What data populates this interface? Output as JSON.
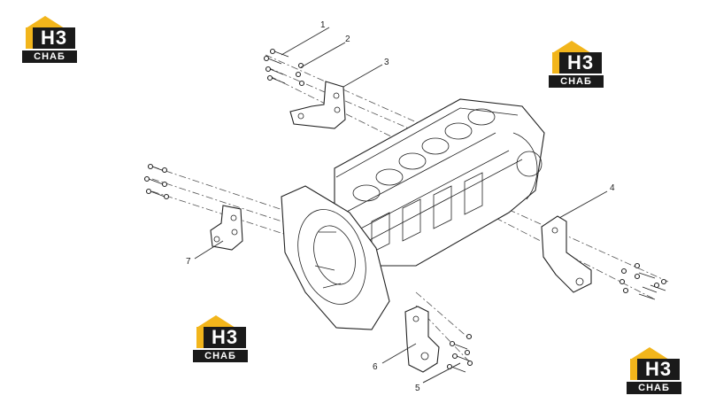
{
  "watermark": {
    "mark_text": "H3",
    "word_text": "CHAБ",
    "colors": {
      "accent": "#f2b51b",
      "dark": "#1a1a1a"
    }
  },
  "callouts": [
    {
      "id": "1",
      "label": "1"
    },
    {
      "id": "2",
      "label": "2"
    },
    {
      "id": "3",
      "label": "3"
    },
    {
      "id": "4",
      "label": "4"
    },
    {
      "id": "5",
      "label": "5"
    },
    {
      "id": "6",
      "label": "6"
    },
    {
      "id": "7",
      "label": "7"
    }
  ]
}
